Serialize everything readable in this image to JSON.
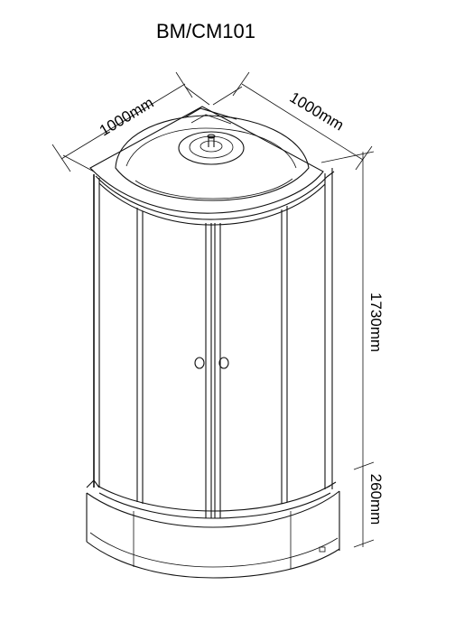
{
  "title": "BM/CM101",
  "dimensions": {
    "width_left": "1000mm",
    "width_right": "1000mm",
    "cabin_height": "1730mm",
    "tray_height": "260mm"
  },
  "colors": {
    "line": "#111111",
    "background": "#ffffff"
  }
}
